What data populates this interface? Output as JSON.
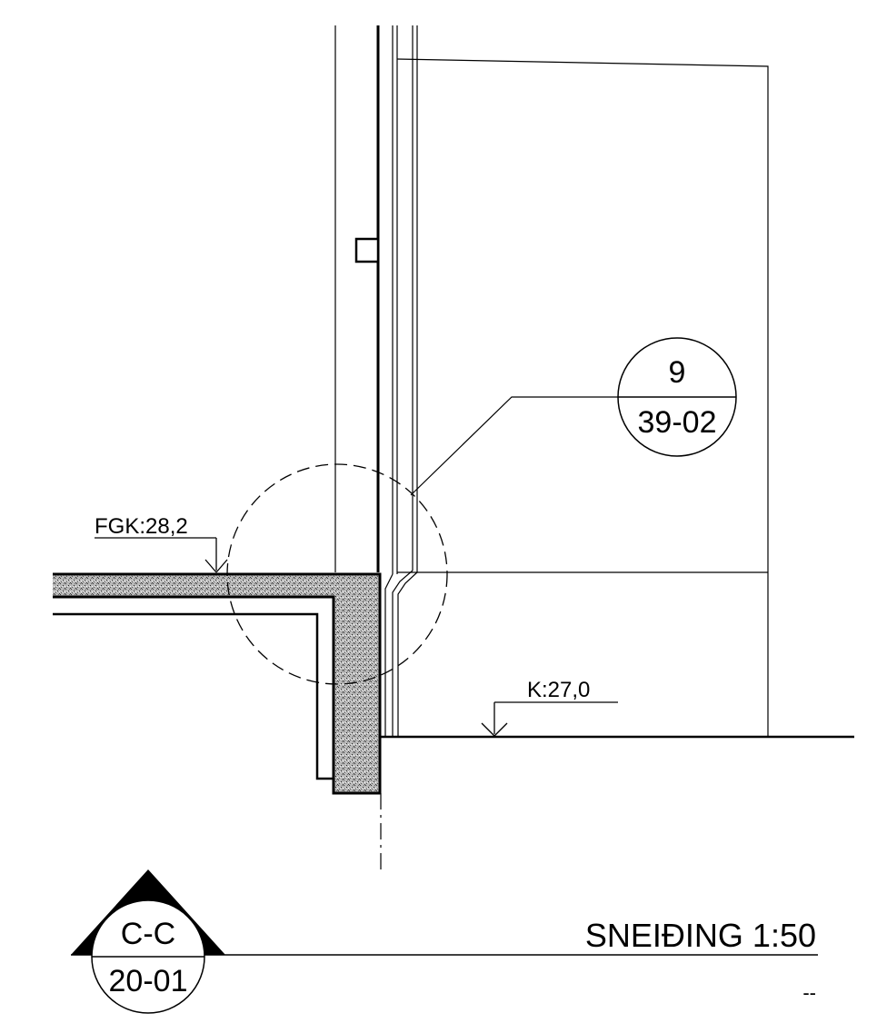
{
  "drawing": {
    "section_title": "SNEIÐING 1:50",
    "section_marker": {
      "top": "C-C",
      "bottom": "20-01"
    },
    "detail_callout": {
      "top": "9",
      "bottom": "39-02"
    },
    "level_floor": "FGK:28,2",
    "level_ground": "K:27,0",
    "corner_mark": "--",
    "colors": {
      "line": "#000000",
      "concrete": "#8a8a8a",
      "paper": "#ffffff"
    }
  }
}
